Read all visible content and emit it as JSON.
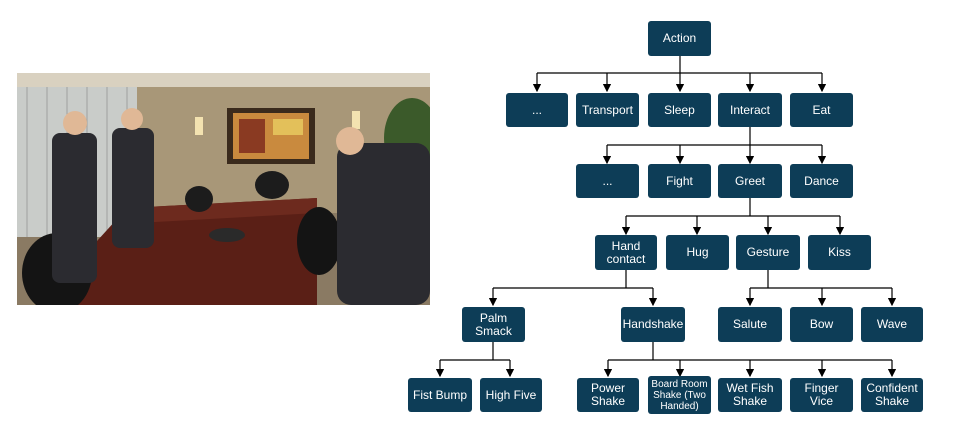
{
  "diagram": {
    "nodes": {
      "action": "Action",
      "l1": [
        "...",
        "Transport",
        "Sleep",
        "Interact",
        "Eat"
      ],
      "l2": [
        "...",
        "Fight",
        "Greet",
        "Dance"
      ],
      "l3": [
        "Hand contact",
        "Hug",
        "Gesture",
        "Kiss"
      ],
      "l4": [
        "Palm Smack",
        "Handshake",
        "Salute",
        "Bow",
        "Wave"
      ],
      "l5": [
        "Fist Bump",
        "High Five",
        "Power Shake",
        "Board Room Shake (Two Handed)",
        "Wet Fish Shake",
        "Finger Vice",
        "Confident Shake"
      ]
    }
  },
  "colors": {
    "node": "#0d3d57",
    "edge": "#000000",
    "node_text": "#ffffff"
  }
}
